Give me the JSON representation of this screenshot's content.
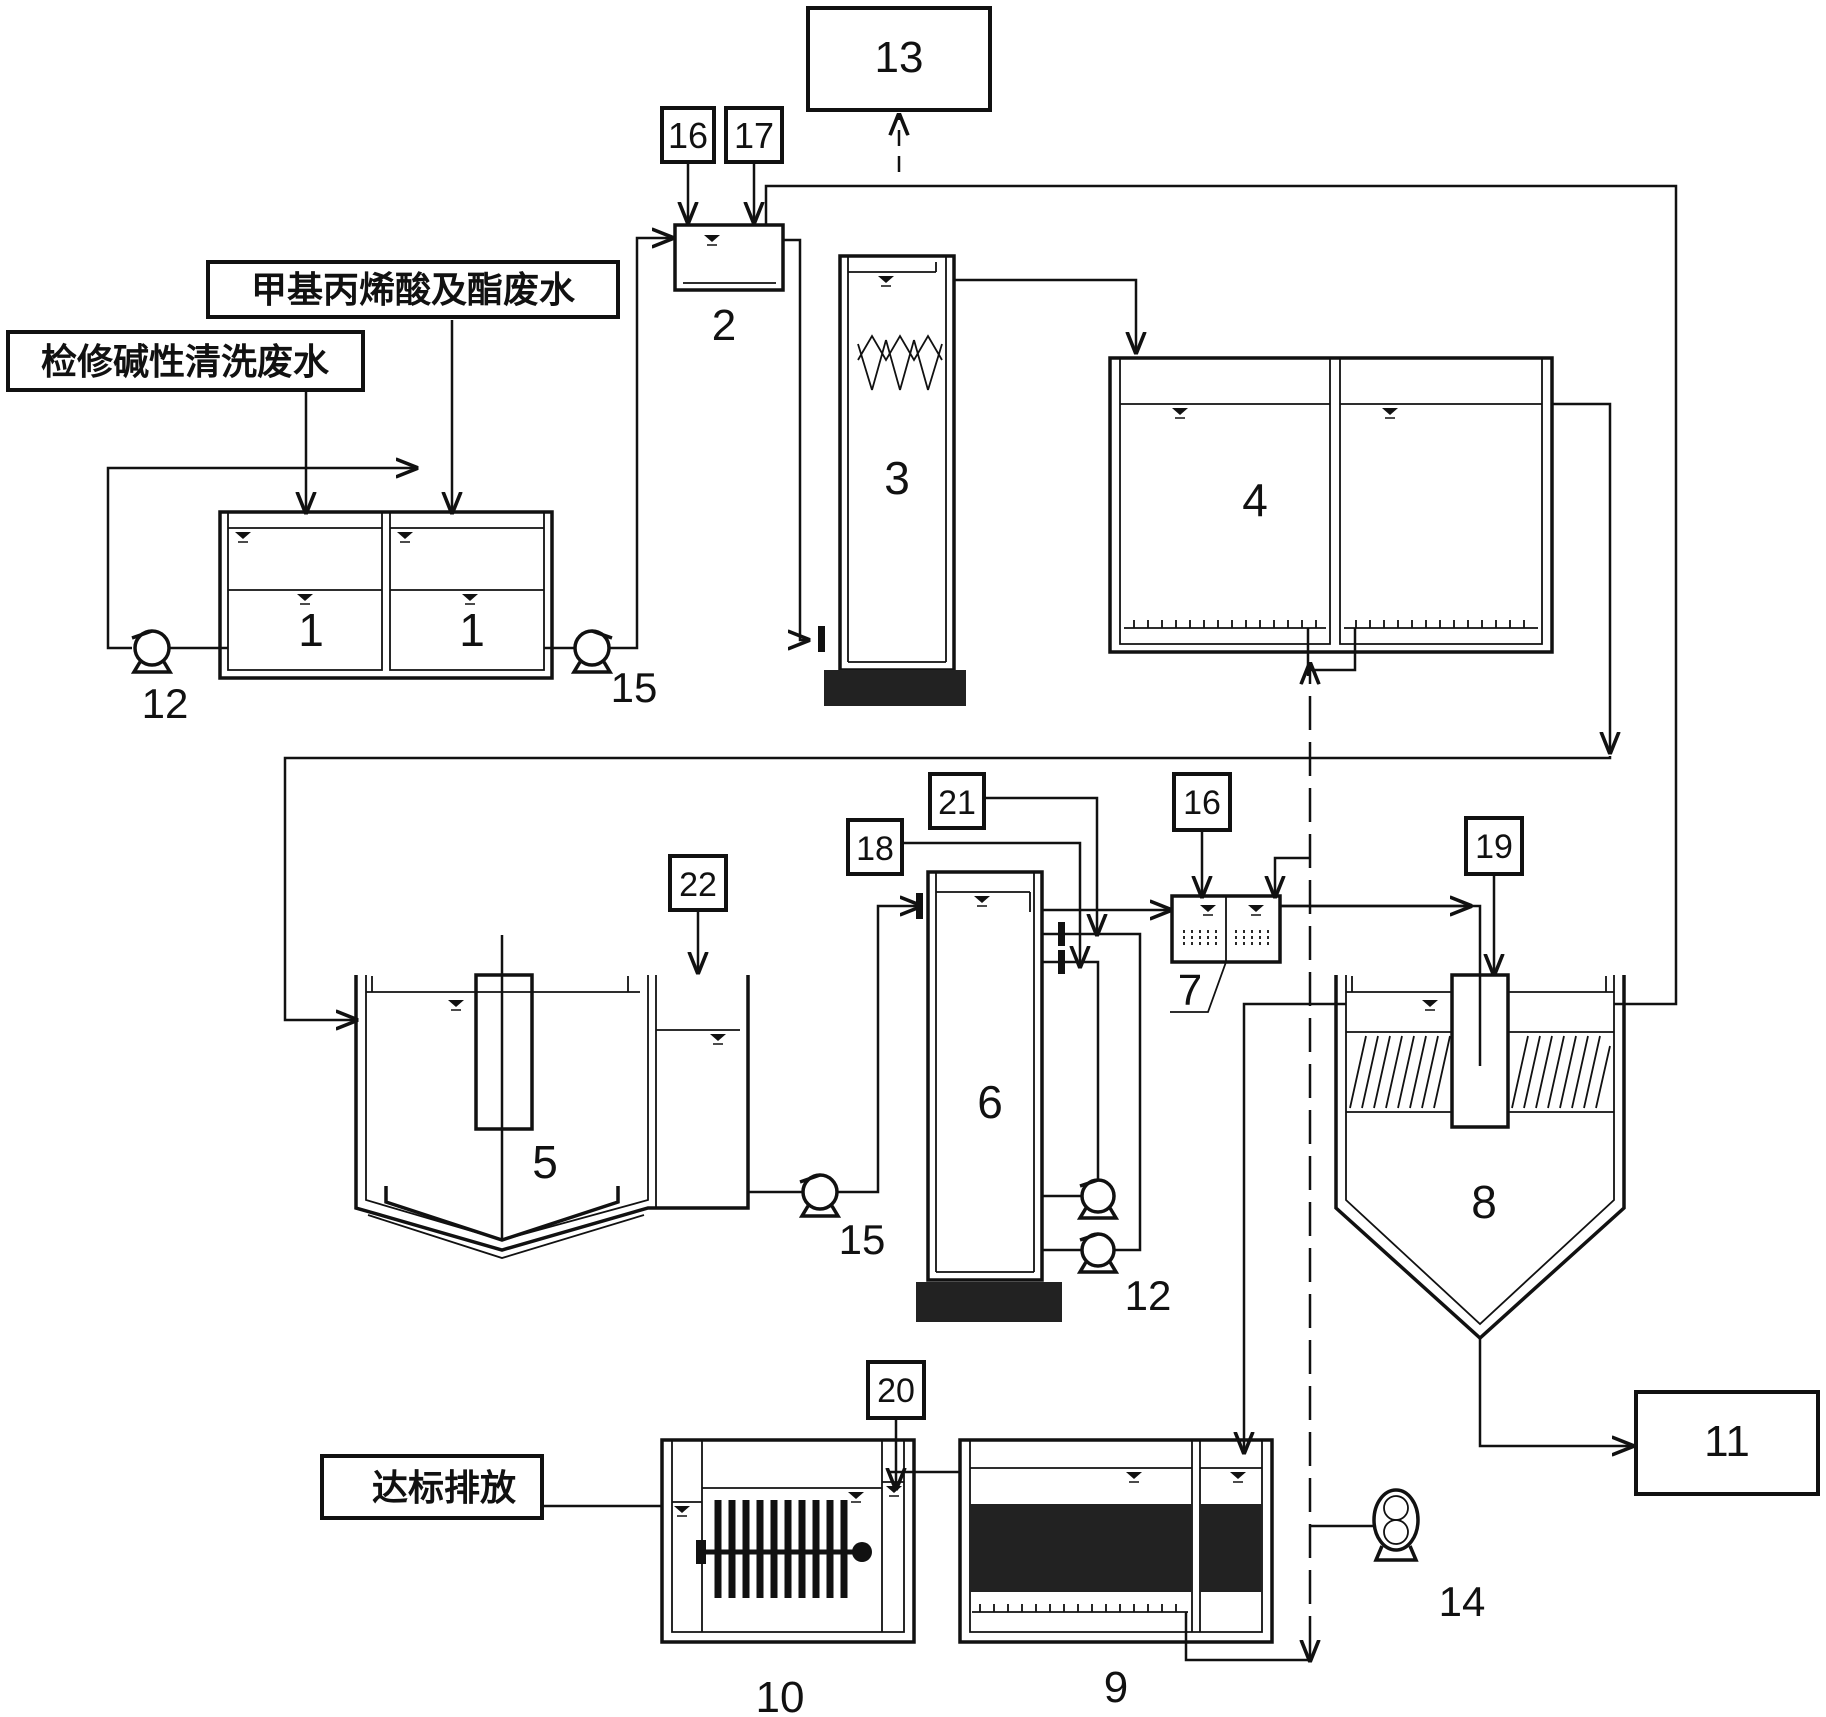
{
  "inputs": {
    "maintenance_alkaline": "检修碱性清洗废水",
    "methacrylic": "甲基丙烯酸及酯废水"
  },
  "output": {
    "discharge": "达标排放"
  },
  "units": {
    "u1a": "1",
    "u1b": "1",
    "u2": "2",
    "u3": "3",
    "u4": "4",
    "u5": "5",
    "u6": "6",
    "u7": "7",
    "u8": "8",
    "u9": "9",
    "u10": "10",
    "u11": "11",
    "u13": "13",
    "u14": "14",
    "pump12_top": "12",
    "pump12_mid": "12",
    "pump15_top": "15",
    "pump15_mid": "15"
  },
  "dosing": {
    "d16_top": "16",
    "d17": "17",
    "d16_mid": "16",
    "d18": "18",
    "d19": "19",
    "d20": "20",
    "d21": "21",
    "d22": "22"
  }
}
